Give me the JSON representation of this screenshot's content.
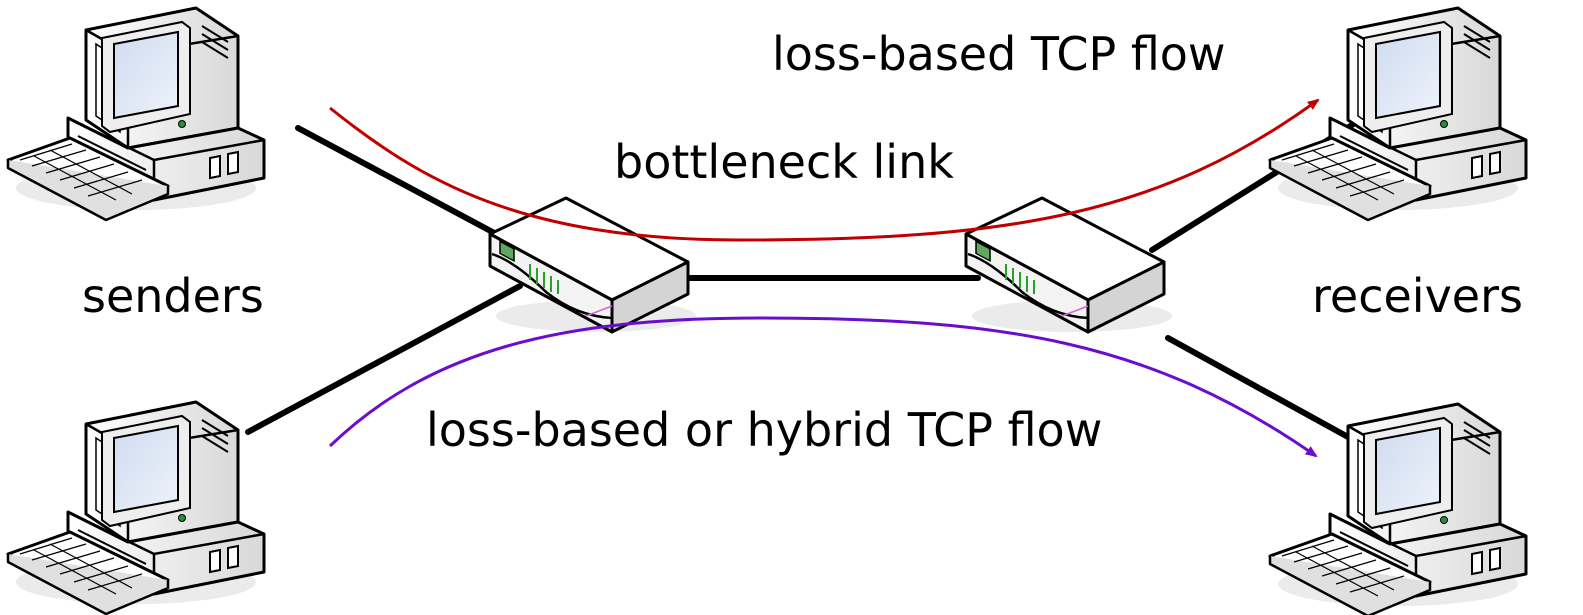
{
  "labels": {
    "loss_flow": "loss-based TCP flow",
    "bottleneck": "bottleneck link",
    "senders": "senders",
    "receivers": "receivers",
    "hybrid_flow": "loss-based or hybrid TCP flow"
  },
  "icons": {
    "computer": "desktop-computer-icon",
    "router": "router-icon"
  },
  "colors": {
    "loss_flow": "#c00000",
    "hybrid_flow": "#6a0dcc",
    "link": "#000000"
  }
}
